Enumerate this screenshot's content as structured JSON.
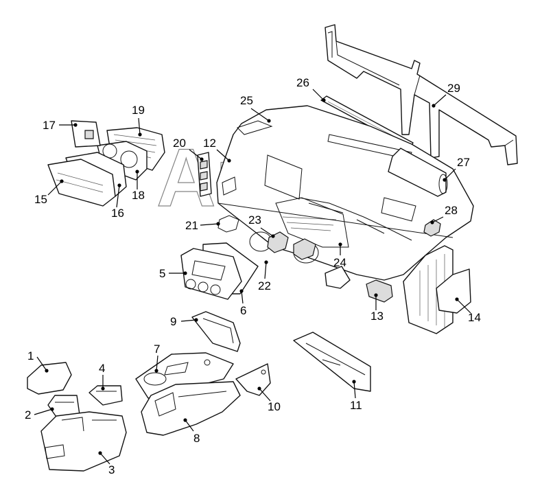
{
  "diagram": {
    "watermark": "Auto",
    "parts": [
      {
        "id": "part-1",
        "label": "1"
      },
      {
        "id": "part-2",
        "label": "2"
      },
      {
        "id": "part-3",
        "label": "3"
      },
      {
        "id": "part-4",
        "label": "4"
      },
      {
        "id": "part-5",
        "label": "5"
      },
      {
        "id": "part-6",
        "label": "6"
      },
      {
        "id": "part-7",
        "label": "7"
      },
      {
        "id": "part-8",
        "label": "8"
      },
      {
        "id": "part-9",
        "label": "9"
      },
      {
        "id": "part-10",
        "label": "10"
      },
      {
        "id": "part-11",
        "label": "11"
      },
      {
        "id": "part-12",
        "label": "12"
      },
      {
        "id": "part-13",
        "label": "13"
      },
      {
        "id": "part-14",
        "label": "14"
      },
      {
        "id": "part-15",
        "label": "15"
      },
      {
        "id": "part-16",
        "label": "16"
      },
      {
        "id": "part-17",
        "label": "17"
      },
      {
        "id": "part-18",
        "label": "18"
      },
      {
        "id": "part-19",
        "label": "19"
      },
      {
        "id": "part-20",
        "label": "20"
      },
      {
        "id": "part-21",
        "label": "21"
      },
      {
        "id": "part-22",
        "label": "22"
      },
      {
        "id": "part-23",
        "label": "23"
      },
      {
        "id": "part-24",
        "label": "24"
      },
      {
        "id": "part-25",
        "label": "25"
      },
      {
        "id": "part-26",
        "label": "26"
      },
      {
        "id": "part-27",
        "label": "27"
      },
      {
        "id": "part-28",
        "label": "28"
      },
      {
        "id": "part-29",
        "label": "29"
      }
    ]
  }
}
